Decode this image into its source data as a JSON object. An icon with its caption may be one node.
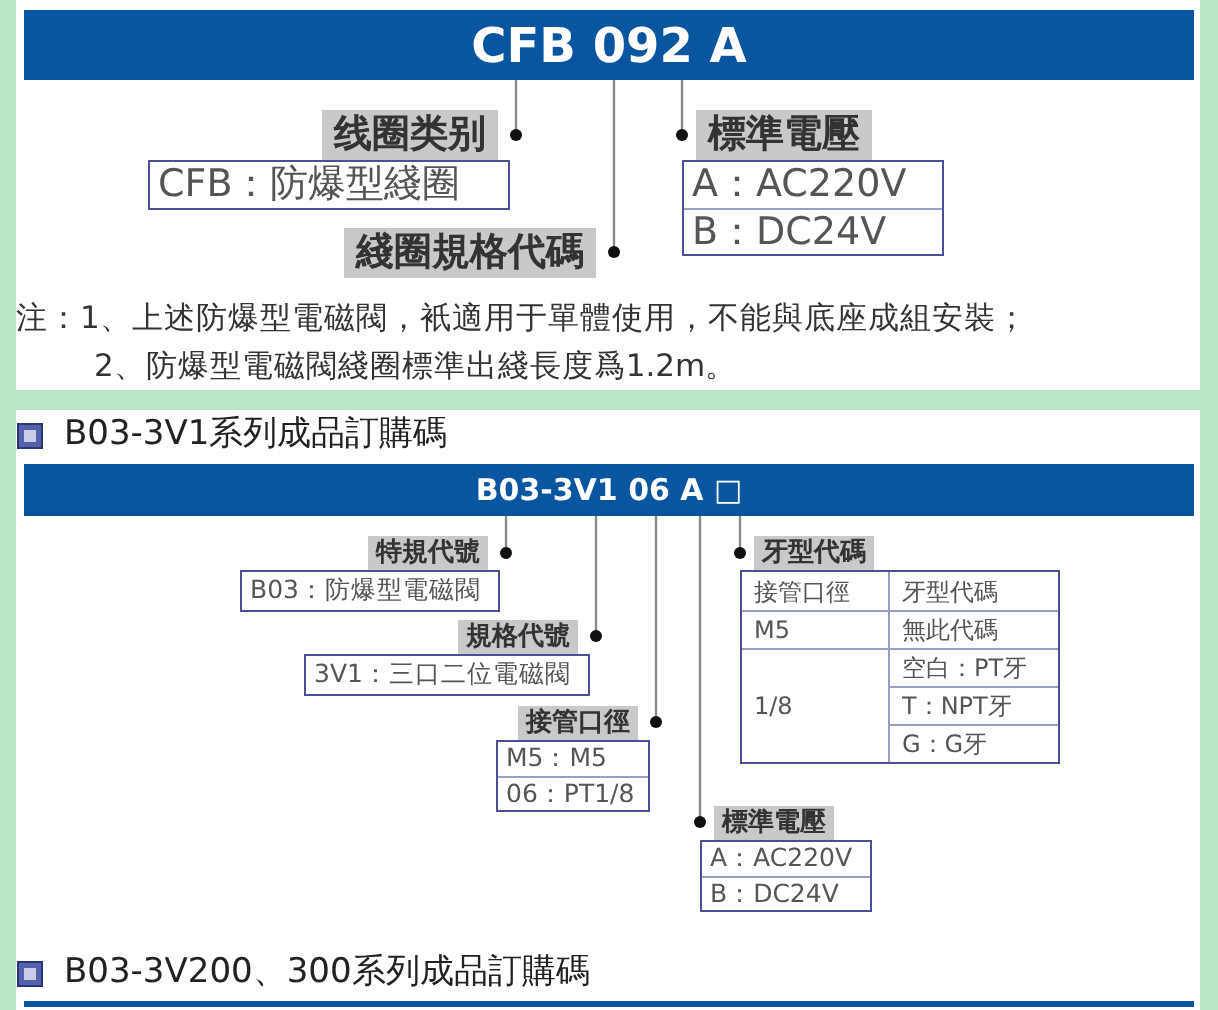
{
  "diagram": {
    "nodes": [
      {
        "text": [
          "CFB 092 A"
        ]
      },
      {
        "text": [
          "线圈类别",
          "CFB：防爆型綫圈"
        ]
      },
      {
        "text": [
          "綫圈規格代碼"
        ]
      },
      {
        "text": [
          "標準電壓",
          "A：AC220V",
          "B：DC24V"
        ]
      },
      {
        "text": [
          "B03-3V1 06 A □"
        ]
      },
      {
        "text": [
          "特規代號",
          "B03：防爆型電磁閥"
        ]
      },
      {
        "text": [
          "規格代號",
          "3V1：三口二位電磁閥"
        ]
      },
      {
        "text": [
          "接管口徑",
          "M5：M5",
          "06：PT1/8"
        ]
      },
      {
        "text": [
          "牙型代碼",
          "接管口徑",
          "牙型代碼",
          "M5",
          "無此代碼",
          "1/8",
          "空白：PT牙",
          "T：NPT牙",
          "G：G牙"
        ]
      },
      {
        "text": [
          "標準電壓",
          "A：AC220V",
          "B：DC24V"
        ]
      }
    ],
    "edges": [
      {
        "from": 0,
        "to": 1,
        "arrow": "other"
      },
      {
        "from": 0,
        "to": 2,
        "arrow": "other"
      },
      {
        "from": 0,
        "to": 3,
        "arrow": "other"
      },
      {
        "from": 4,
        "to": 5,
        "arrow": "other"
      },
      {
        "from": 4,
        "to": 6,
        "arrow": "other"
      },
      {
        "from": 4,
        "to": 7,
        "arrow": "other"
      },
      {
        "from": 4,
        "to": 9,
        "arrow": "other"
      },
      {
        "from": 4,
        "to": 8,
        "arrow": "other"
      }
    ],
    "labels": [
      "注：1、上述防爆型電磁閥，衹適用于單體使用，不能與底座成組安裝；",
      "2、防爆型電磁閥綫圈標準出綫長度爲1.2m。",
      "B03-3V1系列成品訂購碼",
      "B03-3V200、300系列成品訂購碼"
    ]
  }
}
